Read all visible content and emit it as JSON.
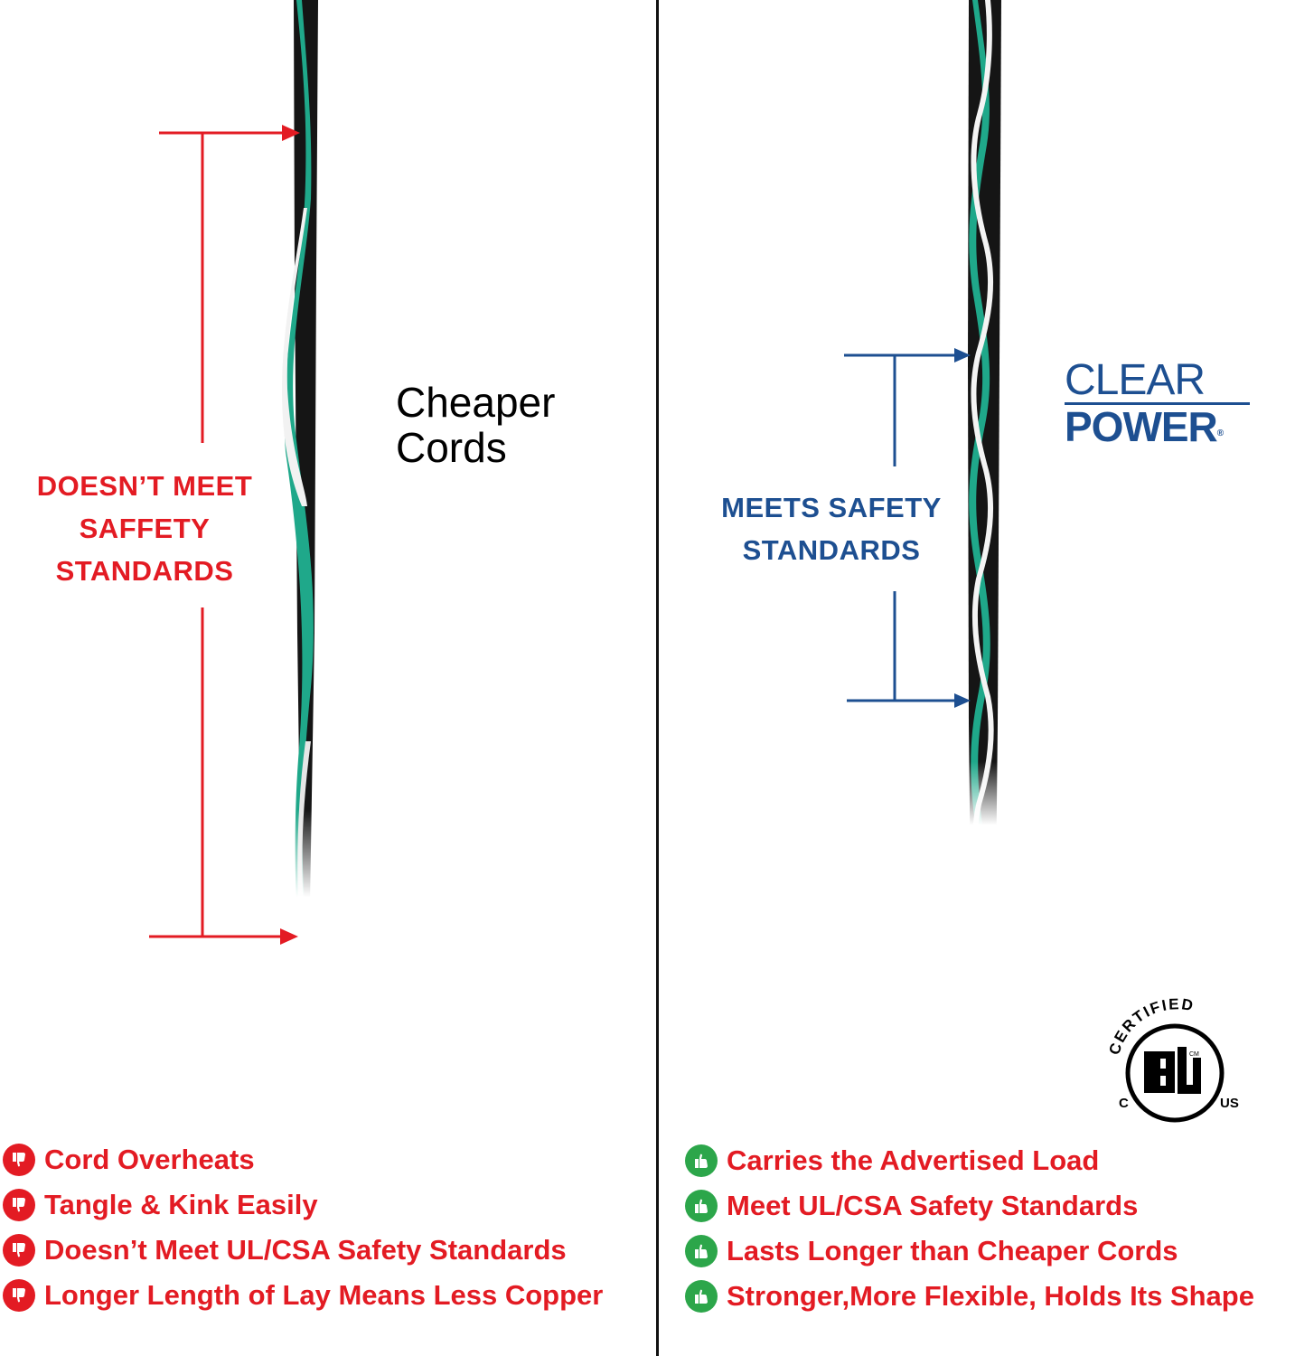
{
  "left": {
    "title": "Cheaper\nCords",
    "label_lines": [
      "DOESN’T MEET",
      "SAFFETY",
      "STANDARDS"
    ],
    "items": [
      {
        "text": "Cord Overheats",
        "icon": "thumbs-down-icon"
      },
      {
        "text": "Tangle & Kink Easily",
        "icon": "thumbs-down-icon"
      },
      {
        "text": "Doesn’t Meet UL/CSA Safety Standards",
        "icon": "thumbs-down-icon"
      },
      {
        "text": "Longer Length of Lay Means Less Copper",
        "icon": "thumbs-down-icon"
      }
    ]
  },
  "right": {
    "logo_top": "CLEAR",
    "logo_bottom": "POWER",
    "logo_mark": "®",
    "label_lines": [
      "MEETS SAFETY",
      "STANDARDS"
    ],
    "badge": {
      "top": "CERTIFIED",
      "mark": "ETL",
      "left": "C",
      "right": "US",
      "small": "CM"
    },
    "items": [
      {
        "text": "Carries the Advertised Load",
        "icon": "thumbs-up-icon"
      },
      {
        "text": "Meet UL/CSA Safety Standards",
        "icon": "thumbs-up-icon"
      },
      {
        "text": "Lasts Longer than Cheaper Cords",
        "icon": "thumbs-up-icon"
      },
      {
        "text": "Stronger,More Flexible, Holds Its Shape",
        "icon": "thumbs-up-icon"
      }
    ]
  },
  "colors": {
    "red": "#e31b23",
    "blue": "#1d4f91",
    "green": "#2ca64a",
    "teal": "#1fa88a"
  }
}
